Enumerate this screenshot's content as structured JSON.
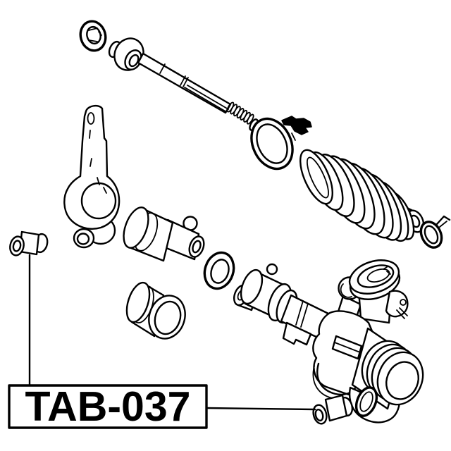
{
  "label": {
    "text": "TAB-037"
  },
  "colors": {
    "line": "#000000",
    "background": "#ffffff"
  },
  "diagram": {
    "parts": [
      "lock-washer",
      "inner-tie-rod",
      "boot-clamp-large",
      "steering-rack-boot",
      "boot-clamp-small",
      "steering-lever-arm",
      "mount-bushing-left",
      "cylinder-mount-bushing",
      "washer-ring",
      "flanged-mount-bushing",
      "steering-rack-housing",
      "mount-bushing-right"
    ]
  }
}
